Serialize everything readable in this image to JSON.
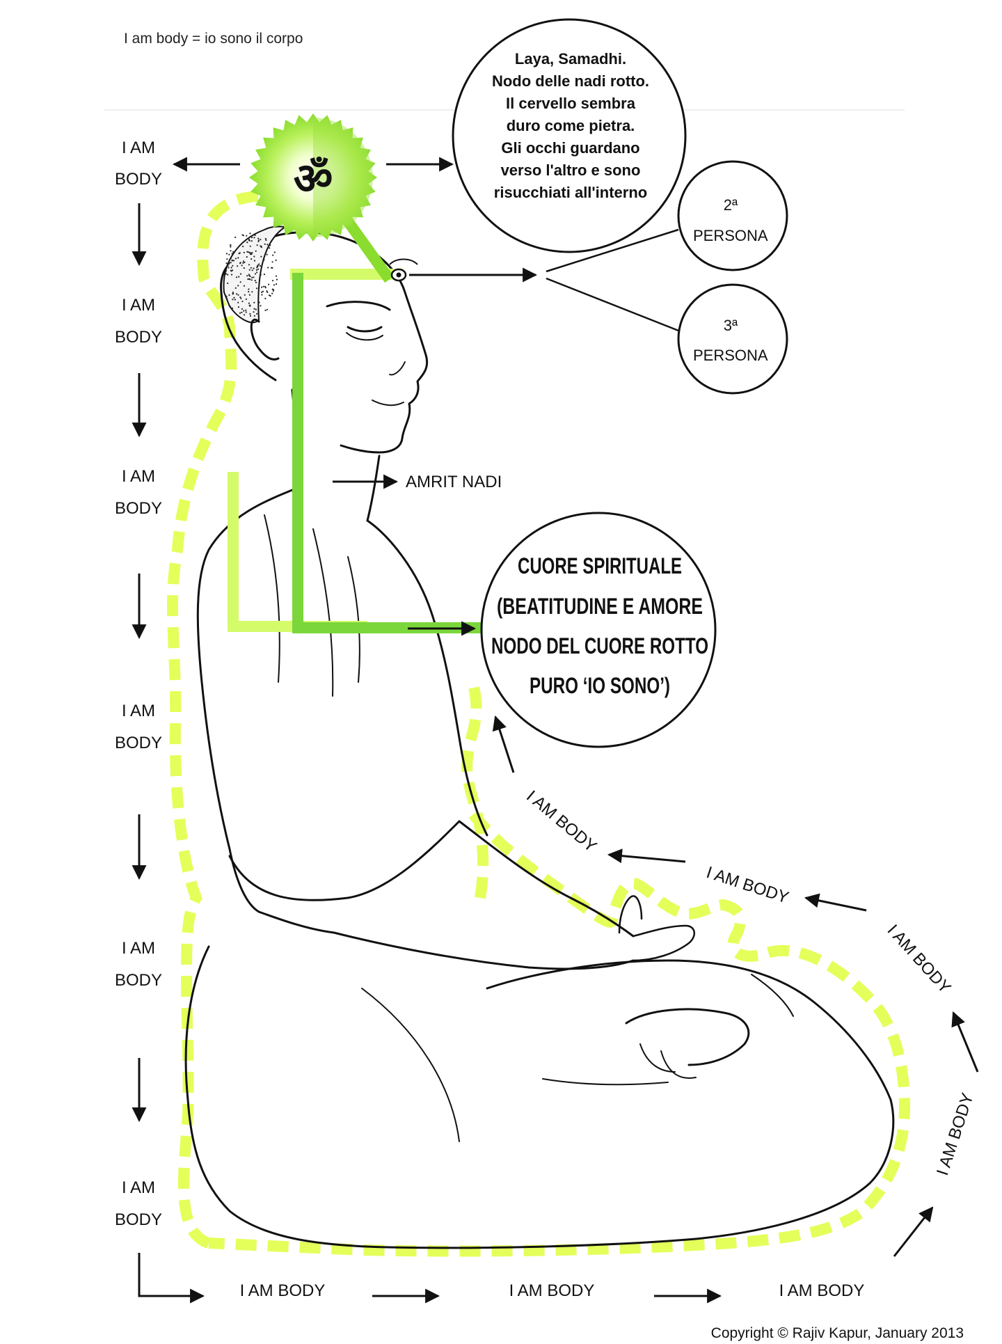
{
  "caption": "I am body = io sono il corpo",
  "copyright": "Copyright © Rajiv Kapur, January 2013",
  "om_symbol": "ॐ",
  "colors": {
    "lime": "#e4ff5a",
    "light_green": "#c8f56a",
    "mid_green": "#7ad63a",
    "ink": "#111111"
  },
  "left_column": [
    {
      "line1": "I AM",
      "line2": "BODY"
    },
    {
      "line1": "I AM",
      "line2": "BODY"
    },
    {
      "line1": "I AM",
      "line2": "BODY"
    },
    {
      "line1": "I AM",
      "line2": "BODY"
    },
    {
      "line1": "I AM",
      "line2": "BODY"
    },
    {
      "line1": "I AM",
      "line2": "BODY"
    }
  ],
  "bottom_row": [
    "I AM BODY",
    "I AM BODY",
    "I AM BODY"
  ],
  "right_path": [
    "I AM BODY",
    "I AM BODY",
    "I AM BODY",
    "I AM BODY"
  ],
  "samadhi_bubble": [
    "Laya, Samadhi.",
    "Nodo delle nadi rotto.",
    "Il cervello sembra",
    "duro come pietra.",
    "Gli occhi guardano",
    "verso l'altro e sono",
    "risucchiati all'interno"
  ],
  "second_person": {
    "num": "2ª",
    "label": "PERSONA"
  },
  "third_person": {
    "num": "3ª",
    "label": "PERSONA"
  },
  "amrit_nadi": "AMRIT NADI",
  "heart_bubble": [
    "CUORE SPIRITUALE",
    "(BEATITUDINE E AMORE",
    "NODO DEL CUORE ROTTO",
    "PURO ‘IO SONO’)"
  ]
}
